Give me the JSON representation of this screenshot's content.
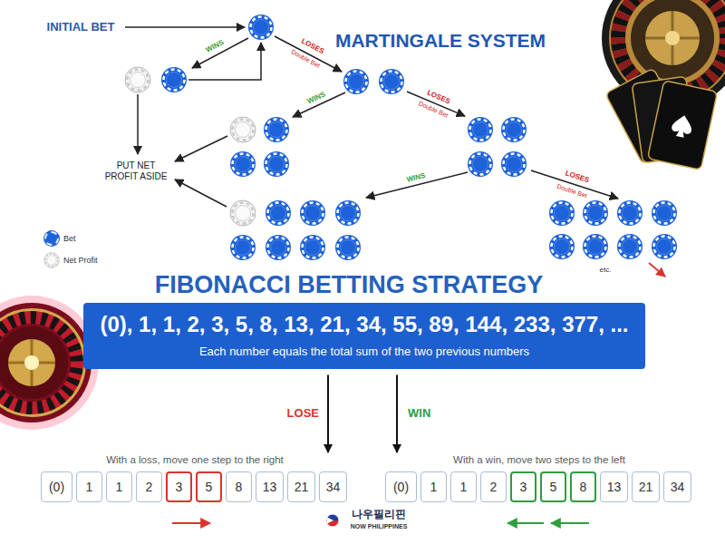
{
  "diagram": {
    "nodes": [
      {
        "text": [
          "(0), 1, 1, 2, 3, 5, 8, 13, 21, 34, 55, 89, 144, 233, 377, ...",
          "Each number equals the total sum of the two previous numbers"
        ]
      },
      {
        "text": [
          "With a loss, move one step to the right"
        ]
      },
      {
        "text": [
          "(0)"
        ],
        "in": 1
      },
      {
        "text": [
          "1"
        ],
        "in": 1
      },
      {
        "text": [
          "1"
        ],
        "in": 1
      },
      {
        "text": [
          "2"
        ],
        "in": 1
      },
      {
        "text": [
          "3"
        ],
        "in": 1
      },
      {
        "text": [
          "5"
        ],
        "in": 1
      },
      {
        "text": [
          "8"
        ],
        "in": 1
      },
      {
        "text": [
          "13"
        ],
        "in": 1
      },
      {
        "text": [
          "21"
        ],
        "in": 1
      },
      {
        "text": [
          "34"
        ],
        "in": 1
      },
      {
        "text": [
          "With a win, move two steps to the left"
        ]
      },
      {
        "text": [
          "(0)"
        ],
        "in": 12
      },
      {
        "text": [
          "1"
        ],
        "in": 12
      },
      {
        "text": [
          "1"
        ],
        "in": 12
      },
      {
        "text": [
          "2"
        ],
        "in": 12
      },
      {
        "text": [
          "3"
        ],
        "in": 12
      },
      {
        "text": [
          "5"
        ],
        "in": 12
      },
      {
        "text": [
          "8"
        ],
        "in": 12
      },
      {
        "text": [
          "13"
        ],
        "in": 12
      },
      {
        "text": [
          "21"
        ],
        "in": 12
      },
      {
        "text": [
          "34"
        ],
        "in": 12
      }
    ],
    "edges": [
      {
        "from": 0,
        "to": 1,
        "label": "LOSE",
        "arrow": "to"
      },
      {
        "from": 0,
        "to": 12,
        "label": "WIN",
        "arrow": "to"
      }
    ],
    "labels": [
      "INITIAL BET",
      "MARTINGALE SYSTEM",
      "WINS",
      "LOSES",
      "Double Bet",
      "WINS",
      "LOSES",
      "Double Bet",
      "PUT NET PROFIT ASIDE",
      "WINS",
      "LOSES",
      "Double Bet",
      "etc.",
      "FIBONACCI BETTING STRATEGY",
      "나우필리핀",
      "NOW PHILIPPINES"
    ],
    "legend": [
      {
        "text": "Bet",
        "color": "#1d62d8"
      },
      {
        "text": "Net Profit"
      }
    ]
  }
}
